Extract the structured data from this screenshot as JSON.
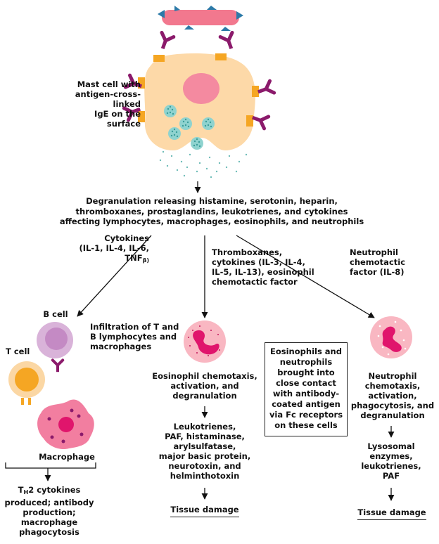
{
  "mast_cell_label": [
    "Mast cell with",
    "antigen-cross-linked",
    "IgE on the surface"
  ],
  "degranulation": [
    "Degranulation releasing histamine, serotonin, heparin,",
    "thromboxanes, prostaglandins, leukotrienes, and cytokines",
    "affecting lymphocytes, macrophages, eosinophils, and neutrophils"
  ],
  "left_arrow_label": [
    "Cytokines",
    "(IL-1, IL-4, IL-6,"
  ],
  "left_arrow_tnf": "TNF",
  "left_arrow_tnf_sub": "β)",
  "middle_arrow_label": [
    "Thromboxanes,",
    "cytokines (IL-3, IL-4,",
    "IL-5, IL-13), eosinophil",
    "chemotactic factor"
  ],
  "right_arrow_label": [
    "Neutrophil",
    "chemotactic",
    "factor (IL-8)"
  ],
  "b_cell_label": "B cell",
  "t_cell_label": "T cell",
  "macrophage_label": "Macrophage",
  "infiltration_label": [
    "Infiltration of T and",
    "B lymphocytes and",
    "macrophages"
  ],
  "th2_prefix": "T",
  "th2_sub": "H",
  "th2_lines": [
    "2 cytokines",
    "produced; antibody",
    "production;",
    "macrophage",
    "phagocytosis"
  ],
  "eosinophil_effect": [
    "Eosinophil chemotaxis,",
    "activation, and",
    "degranulation"
  ],
  "eosinophil_products": [
    "Leukotrienes,",
    "PAF, histaminase,",
    "arylsulfatase,",
    "major basic protein,",
    "neurotoxin, and",
    "helminthotoxin"
  ],
  "tissue_damage_left": "Tissue damage",
  "contact_box": [
    "Eosinophils and",
    "neutrophils",
    "brought into",
    "close contact",
    "with antibody-",
    "coated antigen",
    "via Fc receptors",
    "on these cells"
  ],
  "neutrophil_effect": [
    "Neutrophil",
    "chemotaxis,",
    "activation,",
    "phagocytosis, and",
    "degranulation"
  ],
  "neutrophil_products": [
    "Lysosomal",
    "enzymes,",
    "leukotrienes,",
    "PAF"
  ],
  "tissue_damage_right": "Tissue damage",
  "colors": {
    "mast_cell": "#fdd9a8",
    "nucleus": "#f48aa0",
    "ige": "#8b1a6b",
    "receptor": "#f5a623",
    "antigen": "#f2788e",
    "epitope": "#2c7aa8",
    "granule": "#8fd3cf",
    "b_cell": "#d9b3d9",
    "t_cell": "#fbd7a4",
    "macrophage": "#f27ea0",
    "eosinophil": "#f9b7c2",
    "neutrophil": "#f9b7c2"
  }
}
